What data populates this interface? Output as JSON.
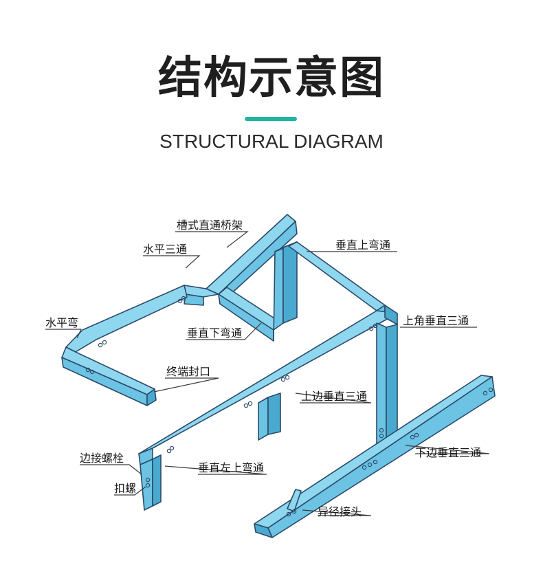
{
  "header": {
    "title_cn": "结构示意图",
    "title_en": "STRUCTURAL DIAGRAM"
  },
  "colors": {
    "accent": "#1fb5a5",
    "tray_top": "#8fd6ef",
    "tray_side": "#6cc3e3",
    "tray_dark": "#4aa9cf",
    "outline": "#2a4a6a"
  },
  "labels": {
    "cao_shi_zhi_tong": "槽式直通桥架",
    "shui_ping_san_tong": "水平三通",
    "shui_ping_wan": "水平弯",
    "chui_zhi_xia_wan_tong": "垂直下弯通",
    "zhong_duan_feng_kou": "终端封口",
    "chui_zhi_shang_wan_tong": "垂直上弯通",
    "shang_jiao_chui_zhi_san_tong": "上角垂直三通",
    "shang_bian_chui_zhi_san_tong": "上边垂直三通",
    "bian_jie_luo_shuan": "边接螺栓",
    "kou_luo": "扣螺",
    "chui_zhi_zuo_shang_wan_tong": "垂直左上弯通",
    "xia_bian_chui_zhi_san_tong": "下边垂直三通",
    "yi_jing_jie_tou": "异径接头"
  }
}
